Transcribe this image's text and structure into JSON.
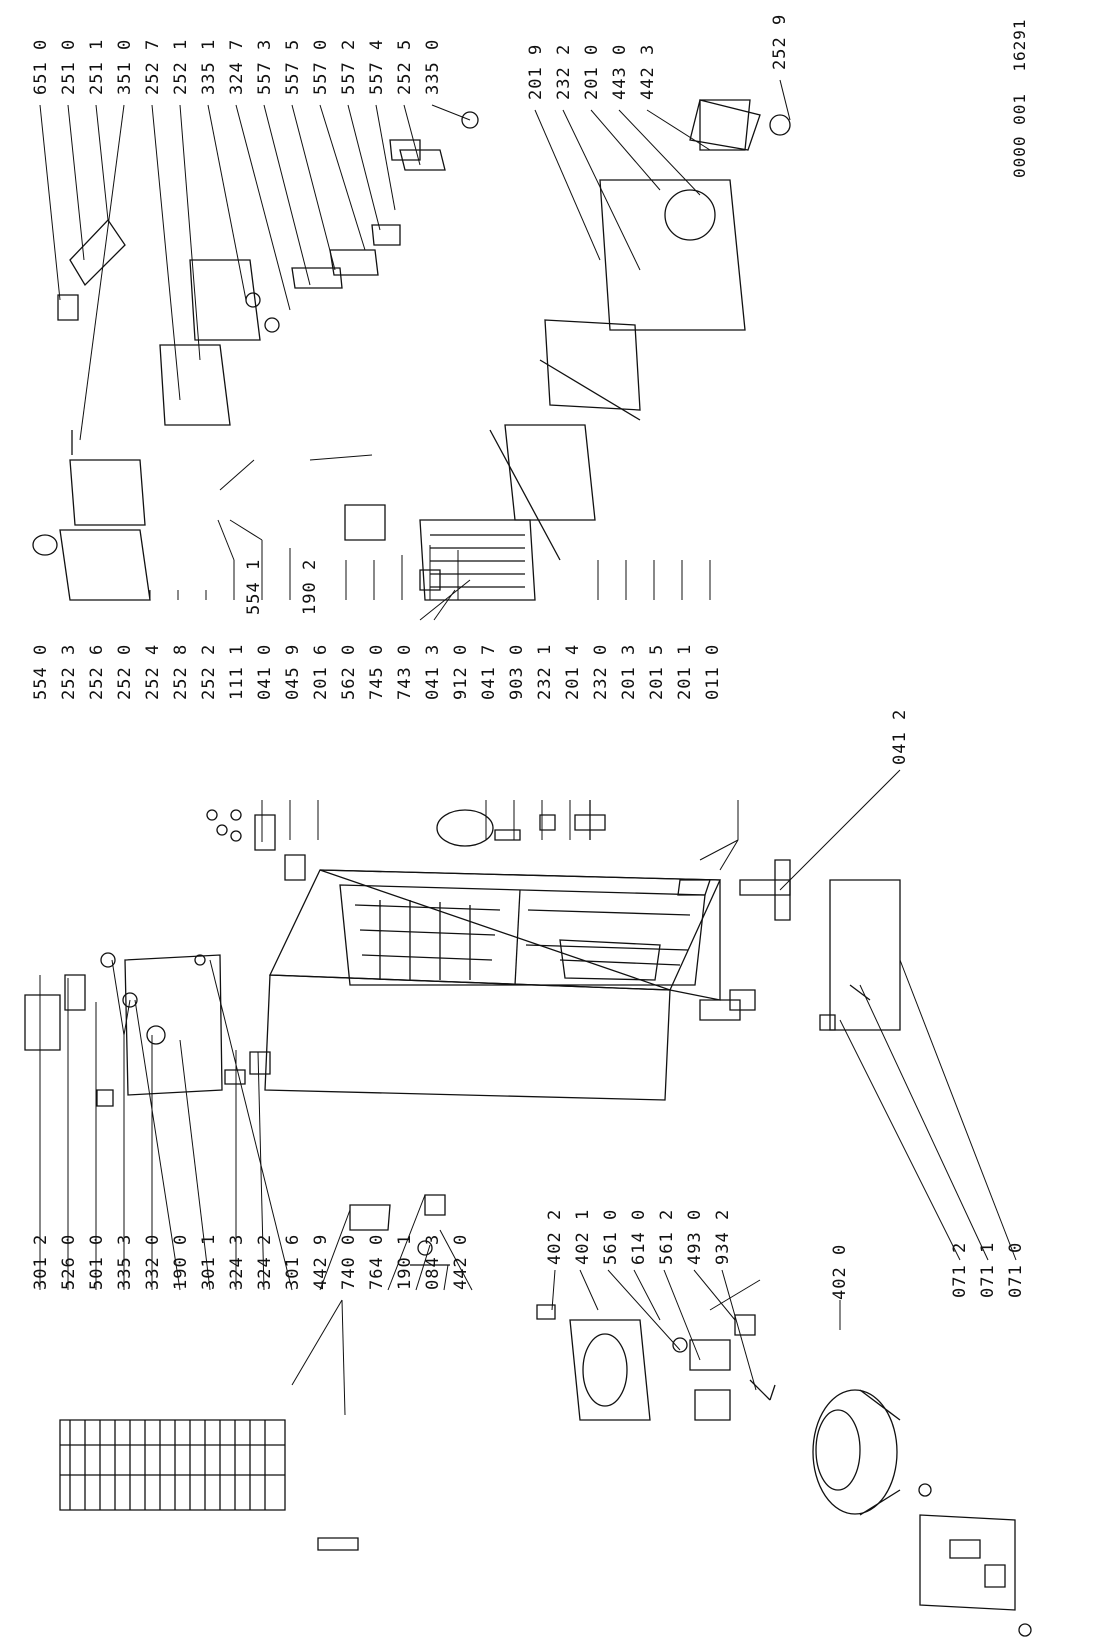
{
  "document_number": "0000 001  16291",
  "callouts": {
    "top_left": [
      "301 2",
      "526 0",
      "501 0",
      "335 3",
      "332 0",
      "190 0",
      "301 1",
      "324 3",
      "324 2",
      "301 6",
      "442 9",
      "740 0",
      "764 0",
      "190 1",
      "084 3",
      "442 0"
    ],
    "top_middle": [
      "554 0",
      "252 3",
      "252 6",
      "252 0",
      "252 4",
      "252 8",
      "252 2",
      "111 1",
      "041 0",
      "045 9",
      "201 6",
      "562 0",
      "745 0",
      "743 0",
      "041 3",
      "912 0",
      "041 7",
      "903 0",
      "232 1",
      "201 4",
      "232 0",
      "201 3",
      "201 5",
      "201 1",
      "011 0"
    ],
    "top_right": [
      "651 0",
      "251 0",
      "251 1",
      "351 0",
      "252 7",
      "252 1",
      "335 1",
      "324 7",
      "557 3",
      "557 5",
      "557 0",
      "557 2",
      "557 4",
      "252 5",
      "335 0"
    ],
    "right_upper": [
      "201 9",
      "232 2",
      "201 0",
      "443 0",
      "442 3"
    ],
    "right_single": [
      "252 9"
    ],
    "mid_single_a": [
      "554 1"
    ],
    "mid_single_b": [
      "190 2"
    ],
    "mid_right": [
      "041 2"
    ],
    "bottom_left": [
      "402 2",
      "402 1",
      "561 0",
      "614 0",
      "561 2",
      "493 0",
      "934 2"
    ],
    "bottom_compressor": [
      "402 0"
    ],
    "bottom_middle": [
      "071 2",
      "071 1",
      "071 0"
    ]
  }
}
